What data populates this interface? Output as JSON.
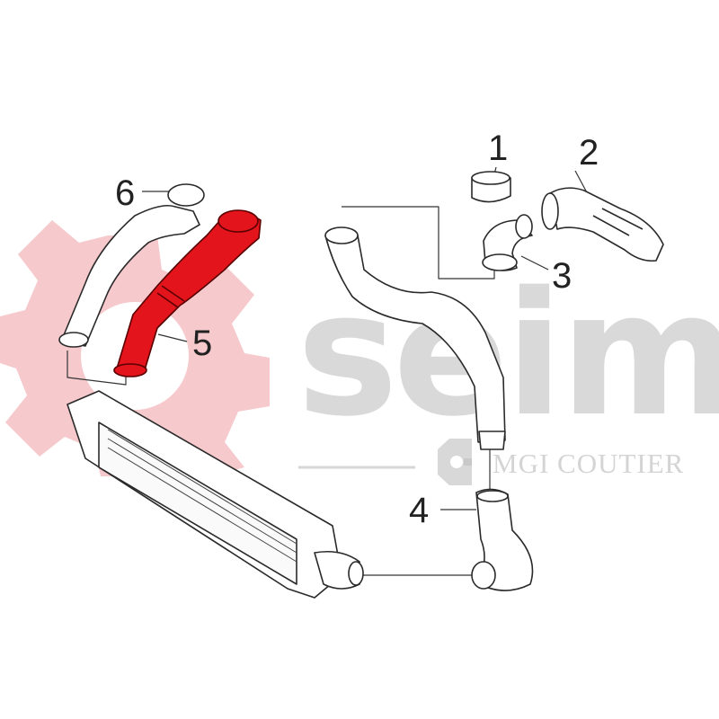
{
  "watermark": {
    "brand": "seim",
    "sub_brand": "MGI COUTIER",
    "gear_color": "#f4c4c8",
    "text_color": "#d9d9d9"
  },
  "callouts": [
    {
      "number": "1"
    },
    {
      "number": "2"
    },
    {
      "number": "3"
    },
    {
      "number": "4"
    },
    {
      "number": "5"
    },
    {
      "number": "6"
    }
  ],
  "highlight": {
    "part": "5",
    "color": "#e3141b"
  }
}
